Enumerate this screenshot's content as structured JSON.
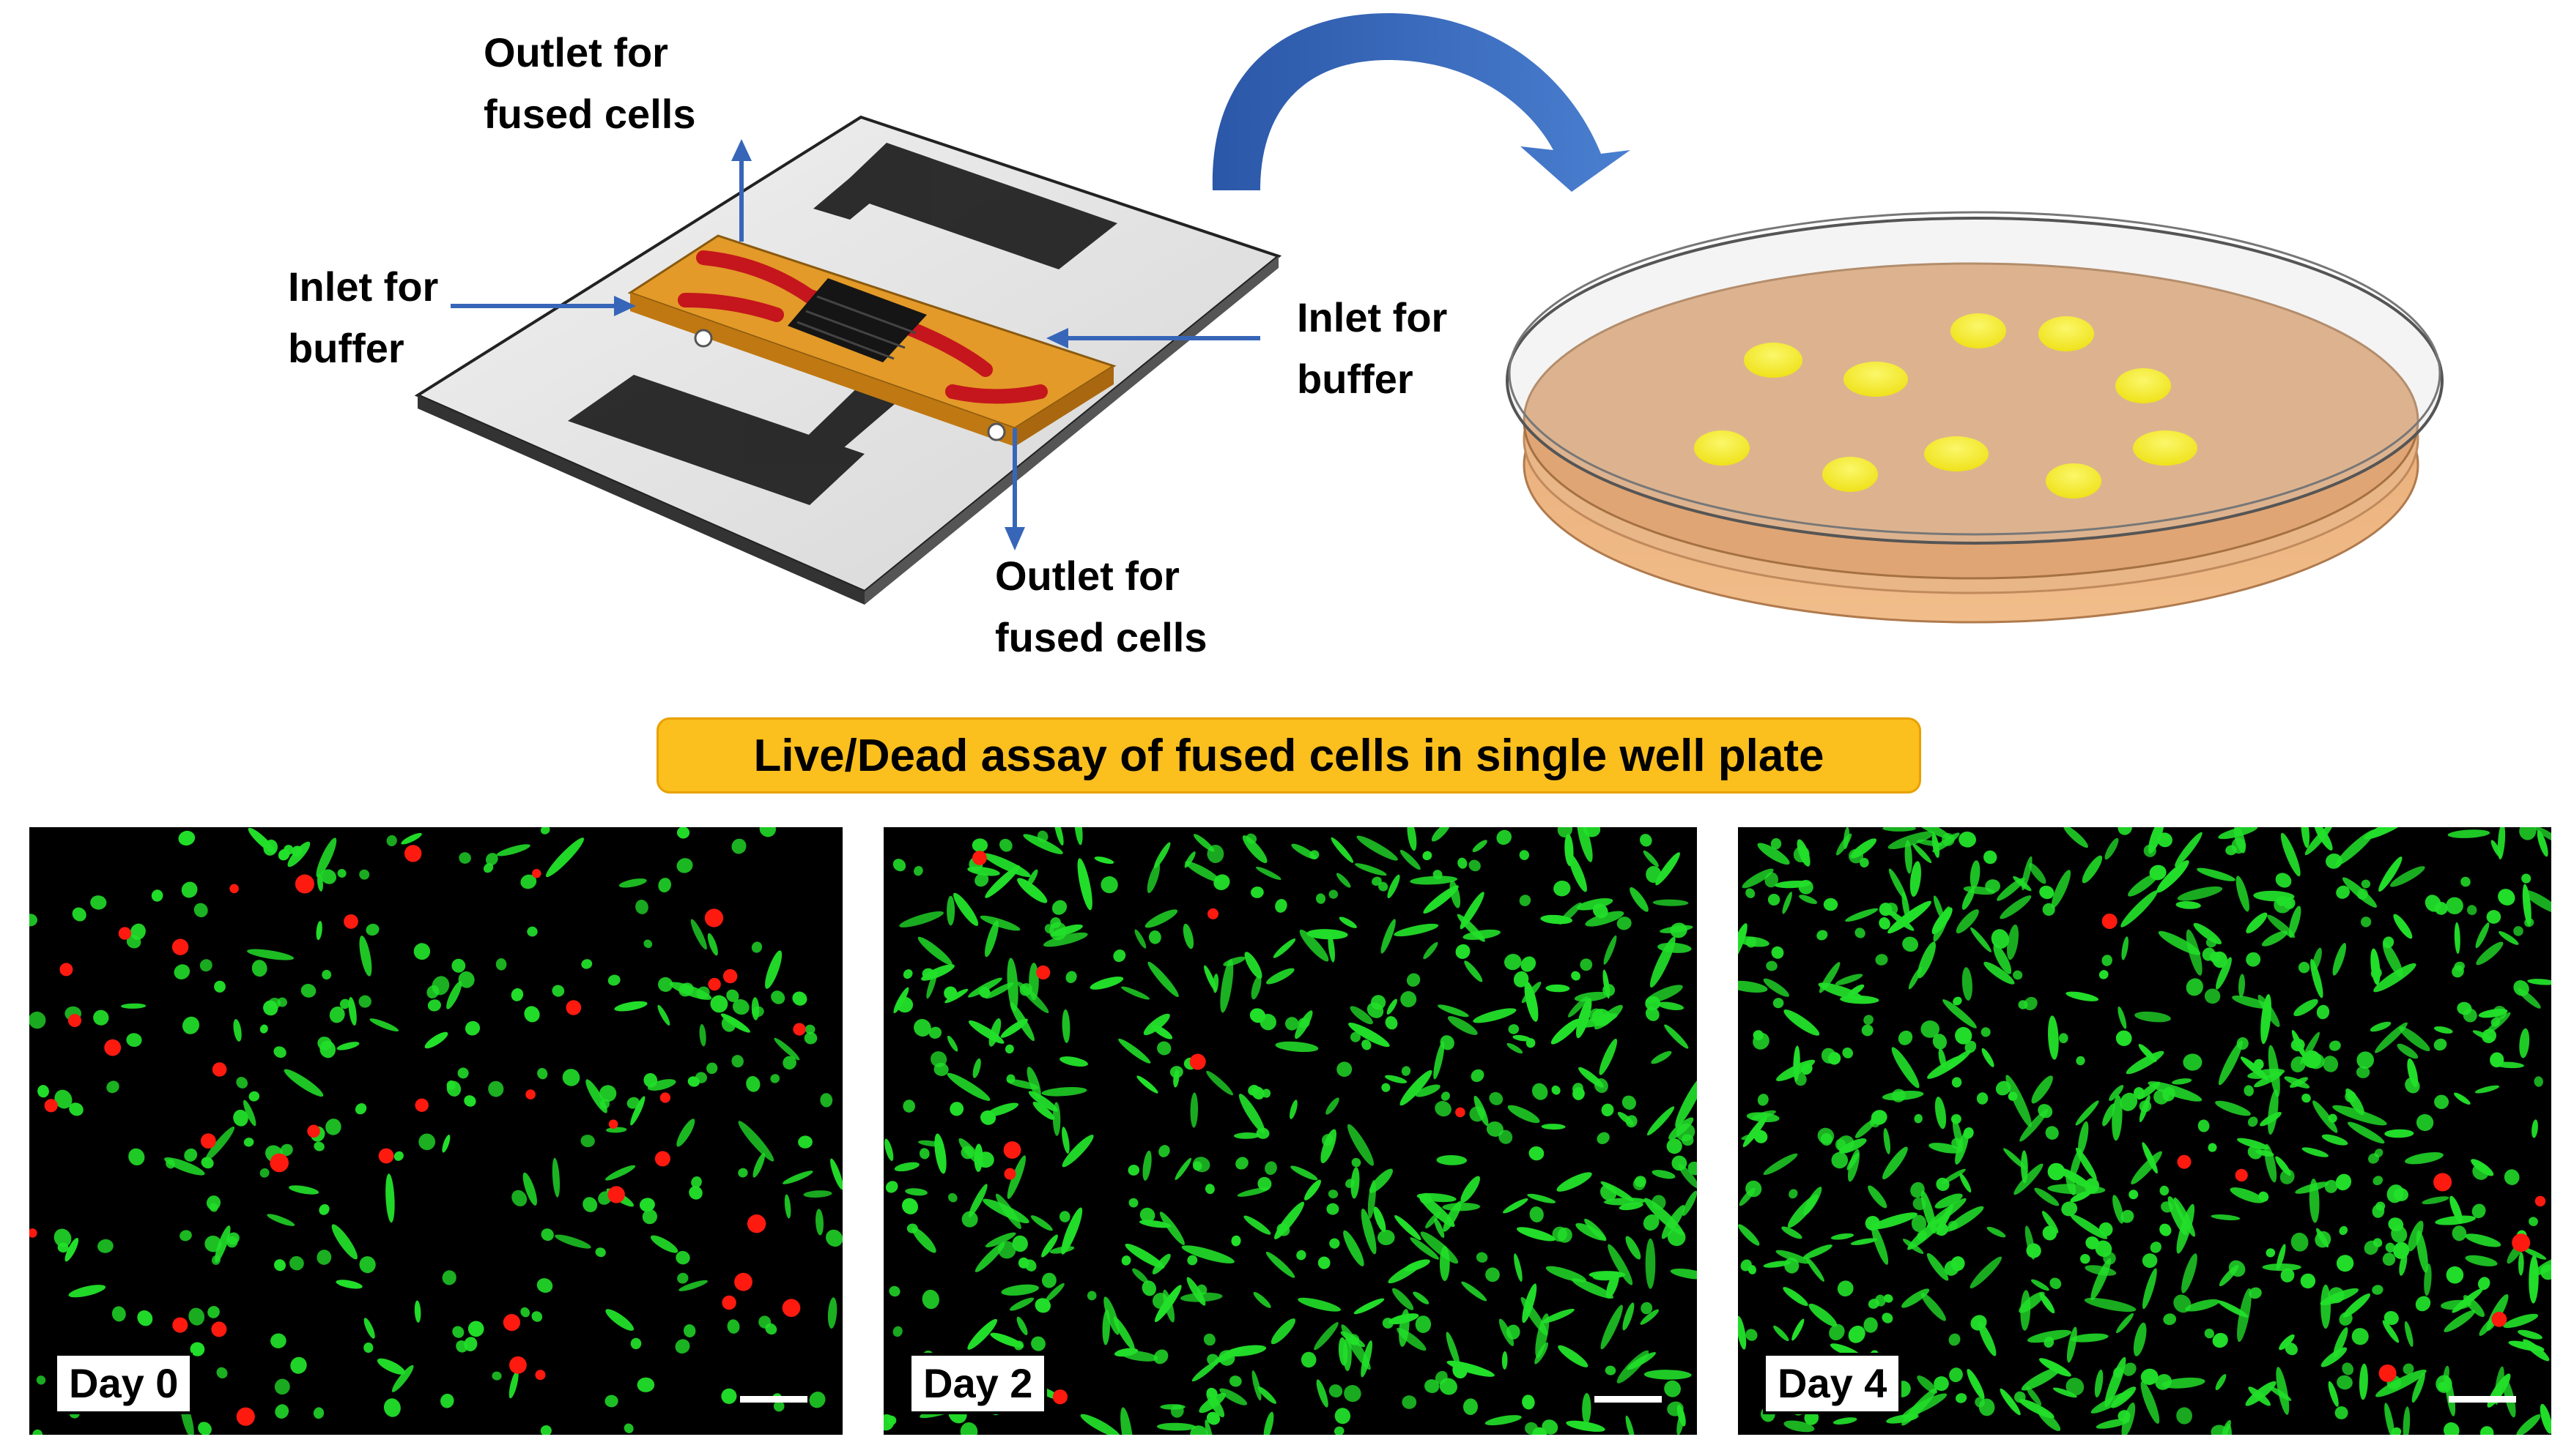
{
  "labels": {
    "outlet_top": [
      "Outlet for",
      "fused cells"
    ],
    "inlet_left": [
      "Inlet for",
      "buffer"
    ],
    "inlet_right": [
      "Inlet for",
      "buffer"
    ],
    "outlet_bottom": [
      "Outlet for",
      "fused cells"
    ]
  },
  "banner": "Live/Dead assay of fused cells in single well plate",
  "panels": [
    {
      "day": "Day 0",
      "live": 260,
      "dead": 38
    },
    {
      "day": "Day 2",
      "live": 520,
      "dead": 8
    },
    {
      "day": "Day 4",
      "live": 620,
      "dead": 8
    }
  ],
  "colors": {
    "live": "#22e02a",
    "dead": "#ff1a10",
    "arrow": "#3766b8",
    "banner": "#fbbf1e",
    "dish_medium": "#e0a574",
    "spots": "#f5ef2a",
    "chip": "#e39a28",
    "channel": "#c4161c"
  }
}
